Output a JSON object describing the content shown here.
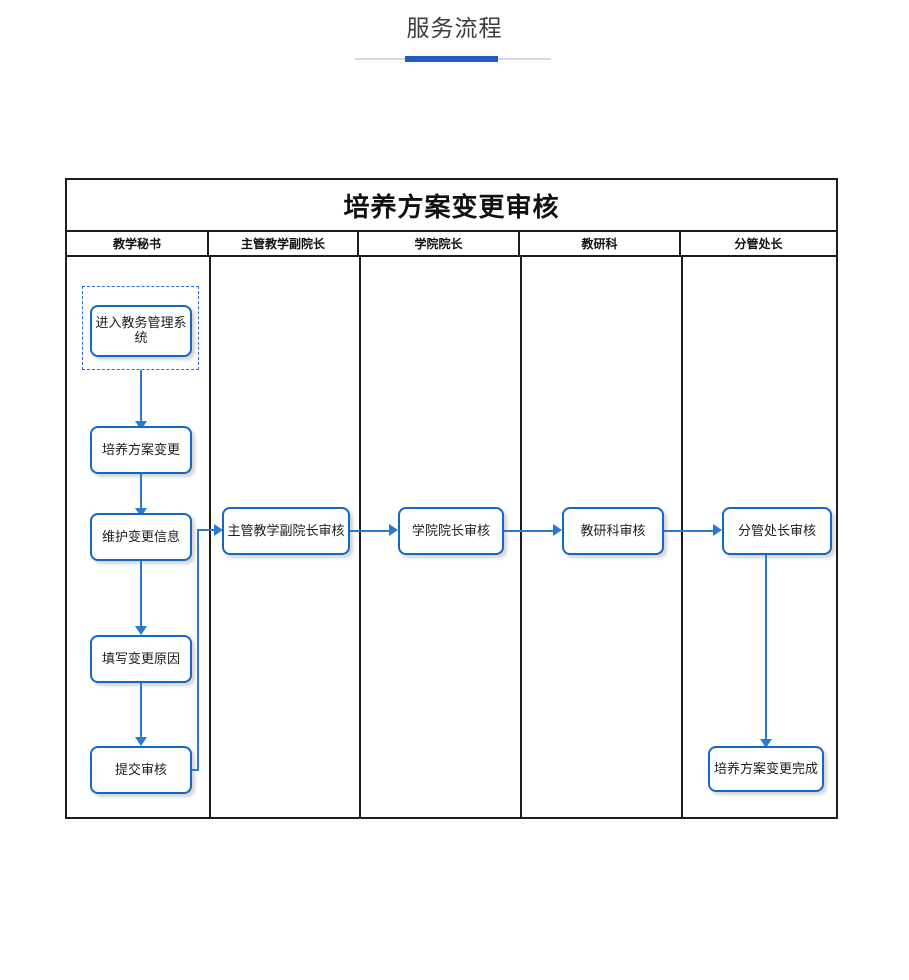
{
  "page": {
    "heading": "服务流程"
  },
  "flowchart": {
    "title": "培养方案变更审核",
    "columns": [
      {
        "label": "教学秘书"
      },
      {
        "label": "主管教学副院长"
      },
      {
        "label": "学院院长"
      },
      {
        "label": "教研科"
      },
      {
        "label": "分管处长"
      }
    ],
    "nodes": [
      {
        "id": "enter-system",
        "label": "进入教务管理系统",
        "column": "教学秘书",
        "selected": true
      },
      {
        "id": "plan-change",
        "label": "培养方案变更",
        "column": "教学秘书",
        "selected": false
      },
      {
        "id": "maintain-info",
        "label": "维护变更信息",
        "column": "教学秘书",
        "selected": false
      },
      {
        "id": "fill-reason",
        "label": "填写变更原因",
        "column": "教学秘书",
        "selected": false
      },
      {
        "id": "submit-review",
        "label": "提交审核",
        "column": "教学秘书",
        "selected": false
      },
      {
        "id": "vice-dean",
        "label": "主管教学副院长审核",
        "column": "主管教学副院长",
        "selected": false
      },
      {
        "id": "dean",
        "label": "学院院长审核",
        "column": "学院院长",
        "selected": false
      },
      {
        "id": "research-dept",
        "label": "教研科审核",
        "column": "教研科",
        "selected": false
      },
      {
        "id": "division-head",
        "label": "分管处长审核",
        "column": "分管处长",
        "selected": false
      },
      {
        "id": "complete",
        "label": "培养方案变更完成",
        "column": "分管处长",
        "selected": false
      }
    ],
    "colors": {
      "node_border": "#1468c0",
      "connector": "#2a7ad4",
      "table_border": "#1d1d1d",
      "heading_accent": "#1f5fc0",
      "heading_rule": "#cfdcea"
    }
  }
}
